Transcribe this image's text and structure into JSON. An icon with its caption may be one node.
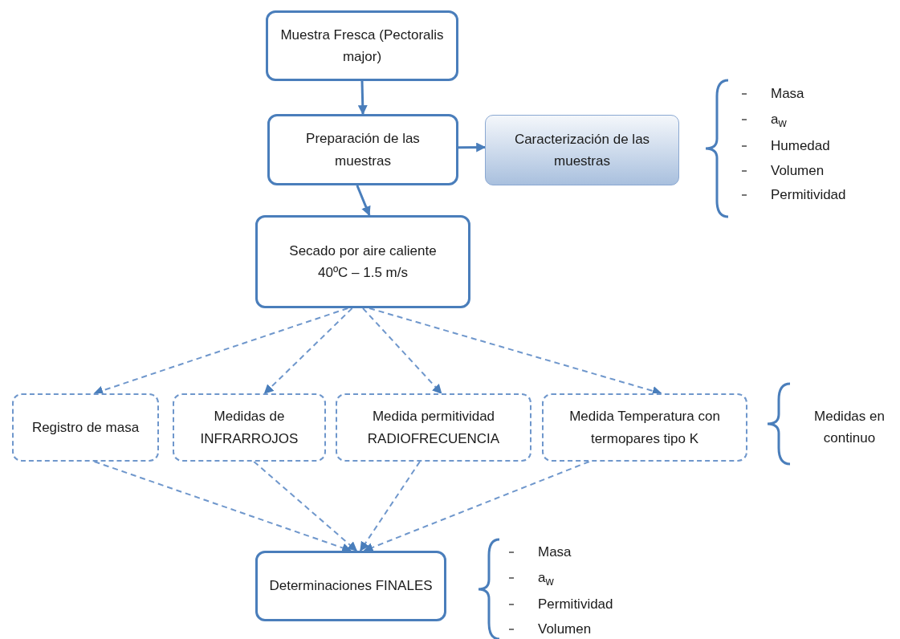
{
  "diagram": {
    "nodes": [
      {
        "text": [
          "Muestra Fresca (Pectoralis major)"
        ]
      },
      {
        "text": [
          "Preparación de las muestras"
        ]
      },
      {
        "text": [
          "Caracterización de las muestras"
        ]
      },
      {
        "text": [
          "Secado por aire caliente",
          "40ºC – 1.5 m/s"
        ]
      },
      {
        "text": [
          "Registro de masa"
        ]
      },
      {
        "text": [
          "Medidas de INFRARROJOS"
        ]
      },
      {
        "text": [
          "Medida permitividad RADIOFRECUENCIA"
        ]
      },
      {
        "text": [
          "Medida Temperatura con termopares tipo K"
        ]
      },
      {
        "text": [
          "Determinaciones FINALES"
        ]
      }
    ],
    "edges": [
      {
        "from": 0,
        "to": 1,
        "arrow": "to"
      },
      {
        "from": 1,
        "to": 2,
        "arrow": "to"
      },
      {
        "from": 1,
        "to": 3,
        "arrow": "to"
      },
      {
        "from": 3,
        "to": 4,
        "arrow": "to",
        "style": "dashed"
      },
      {
        "from": 3,
        "to": 5,
        "arrow": "to",
        "style": "dashed"
      },
      {
        "from": 3,
        "to": 6,
        "arrow": "to",
        "style": "dashed"
      },
      {
        "from": 3,
        "to": 7,
        "arrow": "to",
        "style": "dashed"
      },
      {
        "from": 4,
        "to": 8,
        "arrow": "to",
        "style": "dashed"
      },
      {
        "from": 5,
        "to": 8,
        "arrow": "to",
        "style": "dashed"
      },
      {
        "from": 6,
        "to": 8,
        "arrow": "to",
        "style": "dashed"
      },
      {
        "from": 7,
        "to": 8,
        "arrow": "to",
        "style": "dashed"
      }
    ],
    "labels": [
      "Masa",
      "a$_{w}$",
      "Humedad",
      "Volumen",
      "Permitividad",
      "Medidas en continuo",
      "Masa",
      "a$_{w}$",
      "Permitividad",
      "Volumen"
    ]
  }
}
